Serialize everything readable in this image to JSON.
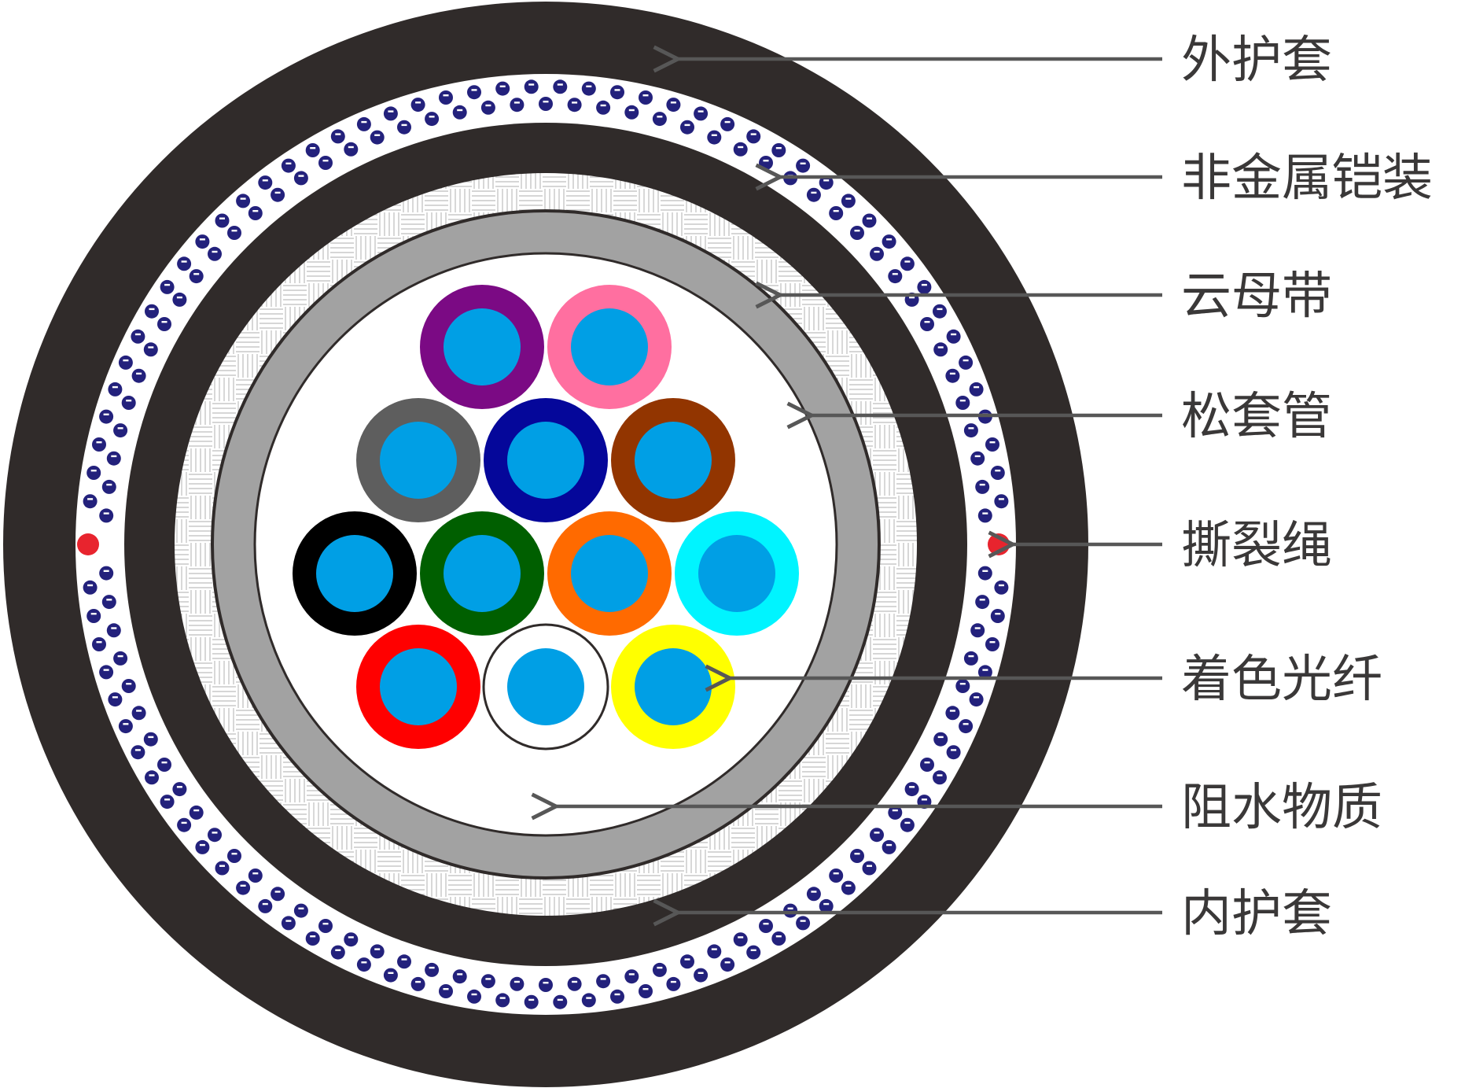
{
  "labels": [
    {
      "id": "outer-sheath",
      "text": "外护套"
    },
    {
      "id": "nonmetal-armor",
      "text": "非金属铠装"
    },
    {
      "id": "mica-tape",
      "text": "云母带"
    },
    {
      "id": "loose-tube",
      "text": "松套管"
    },
    {
      "id": "ripcord",
      "text": "撕裂绳"
    },
    {
      "id": "colored-fiber",
      "text": "着色光纤"
    },
    {
      "id": "water-blocking",
      "text": "阻水物质"
    },
    {
      "id": "inner-sheath",
      "text": "内护套"
    }
  ],
  "fiber_colors": [
    "#7b0a84",
    "#ff6fa0",
    "#5e5e5e",
    "#05079a",
    "#923500",
    "#000000",
    "#005f00",
    "#ff6a00",
    "#00f4ff",
    "#ff0000",
    "#ffffff",
    "#ffff00"
  ],
  "colors": {
    "sheath": "#302b2a",
    "armor_dot": "#23217c",
    "fiber_core": "#009fe5",
    "mica": "#a2a2a2",
    "ripcord": "#e8242e",
    "leader": "#575757",
    "label": "#3a3838"
  }
}
